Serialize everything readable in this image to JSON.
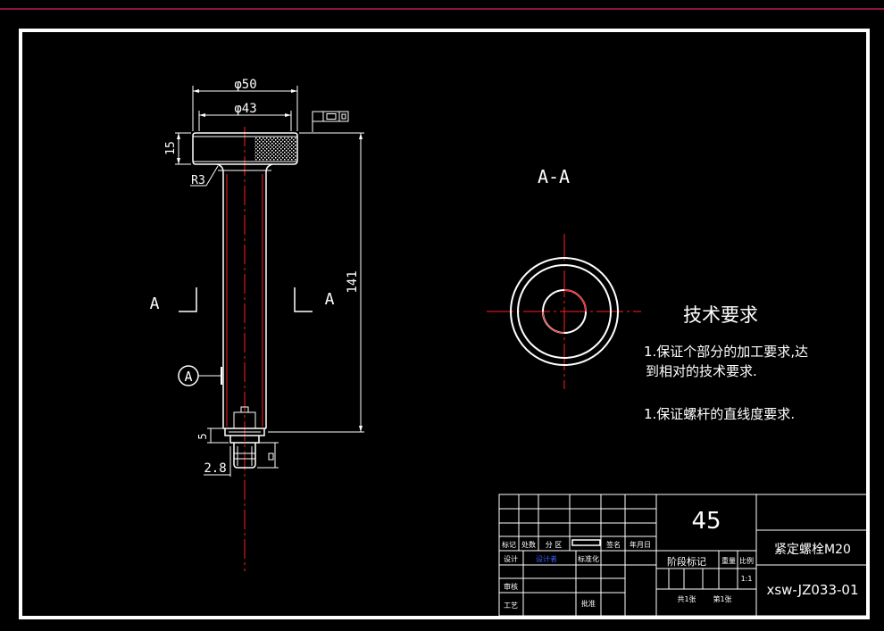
{
  "view": {
    "section_title": "A-A",
    "section_mark_left": "A",
    "section_mark_right": "A",
    "datum_symbol": "A"
  },
  "dimensions": {
    "d50": "φ50",
    "d43": "φ43",
    "h15": "15",
    "r3": "R3",
    "l141": "141",
    "s5": "5",
    "s28": "2.8"
  },
  "tech_requirements": {
    "title": "技术要求",
    "line1": "1.保证个部分的加工要求,达",
    "line2": "到相对的技术要求.",
    "line3": "1.保证螺杆的直线度要求."
  },
  "title_block": {
    "material": "45",
    "part_name": "紧定螺栓M20",
    "drawing_no": "xsw-JZ033-01",
    "stage_mark": "阶段标记",
    "weight": "重量",
    "scale_label": "比例",
    "scale_value": "1:1",
    "sheet_total": "共1张",
    "sheet_no": "第1张",
    "mark": "标记",
    "count": "处数",
    "zone": "分 区",
    "signature": "签名",
    "date": "年月日",
    "design": "设计",
    "designer": "设计者",
    "standardize": "标准化",
    "review": "审核",
    "process": "工艺",
    "approve": "批准"
  },
  "colors": {
    "background": "#000000",
    "lines": "#ffffff",
    "centerline": "#ff2020",
    "top_bar": "#c0185a"
  }
}
